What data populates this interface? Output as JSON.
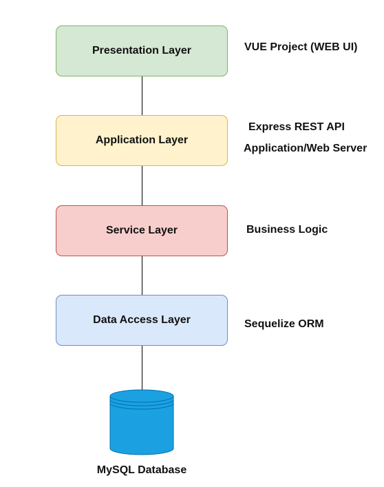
{
  "layers": [
    {
      "label": "Presentation Layer",
      "fill": "#d5e8d4",
      "stroke": "#82b366"
    },
    {
      "label": "Application Layer",
      "fill": "#fff2cc",
      "stroke": "#d6b656"
    },
    {
      "label": "Service Layer",
      "fill": "#f8cecc",
      "stroke": "#b85450"
    },
    {
      "label": "Data Access Layer",
      "fill": "#dae8fc",
      "stroke": "#6c8ebf"
    }
  ],
  "notes": {
    "presentation": "VUE Project (WEB UI)",
    "application_1": "Express REST API",
    "application_2": "Application/Web Server",
    "service": "Business Logic",
    "data_access": "Sequelize ORM"
  },
  "database": {
    "label": "MySQL Database",
    "icon": "database-cylinder-icon",
    "fill": "#1ba1e2",
    "stroke": "#006eaf"
  }
}
